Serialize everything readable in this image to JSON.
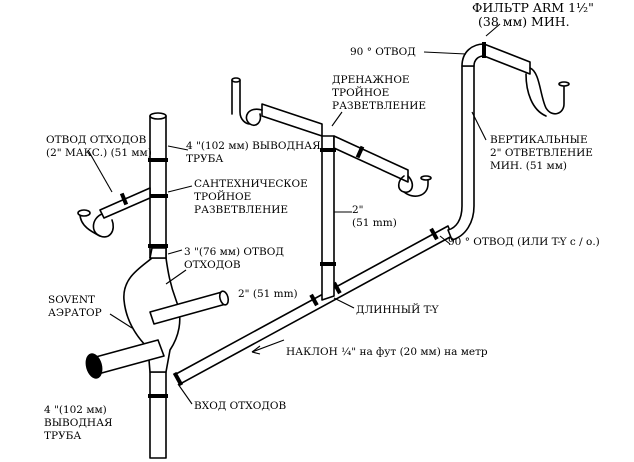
{
  "labels": {
    "filter_arm": "ФИЛЬТР ARM 1½\"",
    "filter_size": "(38 мм) МИН.",
    "elbow_90": "90 ° ОТВОД",
    "drain_tee": "ДРЕНАЖНОЕ\nТРОЙНОЕ\nРАЗВЕТВЛЕНИЕ",
    "vertical_branch": "ВЕРТИКАЛЬНЫЕ\n2\" ОТВЕТВЛЕНИЕ\nМИН. (51 мм)",
    "waste_branch": "ОТВОД ОТХОДОВ\n(2\" МАКС.) (51 мм)",
    "outlet_top": "4 \"(102 мм) ВЫВОДНАЯ\nТРУБА",
    "sanitary_tee": "САНТЕХНИЧЕСКОЕ\nТРОЙНОЕ\nРАЗВЕТВЛЕНИЕ",
    "pipe_2in_vertical": "2\"\n(51 mm)",
    "elbow_90_or_ty": "90 ° ОТВОД (ИЛИ T-Y с / о.)",
    "waste_3in": "3 \"(76 мм) ОТВОД\nОТХОДОВ",
    "sovent": "SOVENT\nАЭРАТОР",
    "pipe_2in_horizontal": "2\" (51 mm)",
    "long_ty": "ДЛИННЫЙ T-Y",
    "slope": "НАКЛОН ¼\" на фут (20 мм) на метр",
    "waste_inlet": "ВХОД ОТХОДОВ",
    "outlet_bottom": "4 \"(102 мм)\nВЫВОДНАЯ\nТРУБА"
  },
  "arrow_label": "←"
}
